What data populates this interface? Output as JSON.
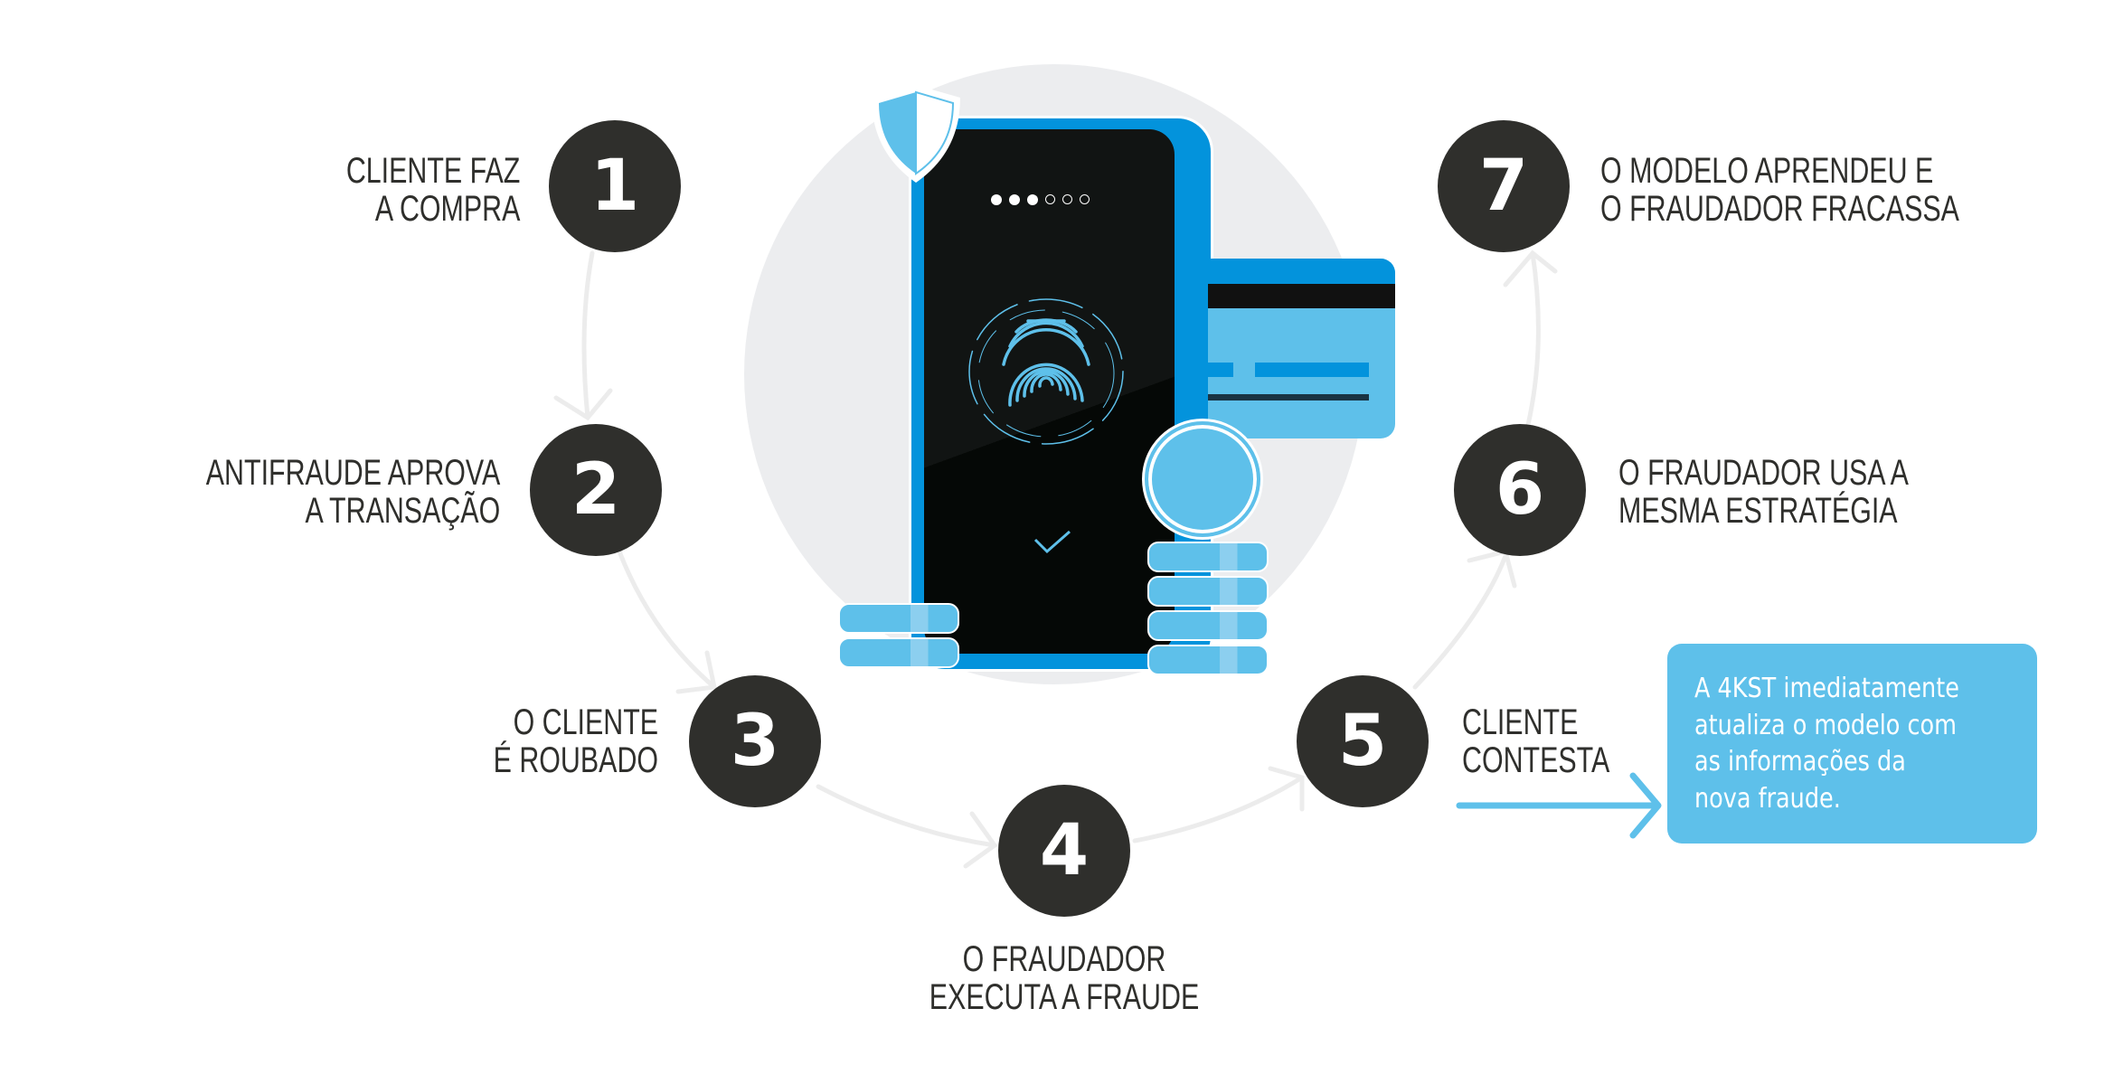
{
  "colors": {
    "dark": "#2f2f2c",
    "blue": "#5ec0ea",
    "blue_dark": "#0393dc",
    "grey": "#ecedef"
  },
  "steps": [
    {
      "number": "1",
      "lines": [
        "CLIENTE FAZ",
        "A COMPRA"
      ]
    },
    {
      "number": "2",
      "lines": [
        "ANTIFRAUDE APROVA",
        "A TRANSAÇÃO"
      ]
    },
    {
      "number": "3",
      "lines": [
        "O CLIENTE",
        "É ROUBADO"
      ]
    },
    {
      "number": "4",
      "lines": [
        "O FRAUDADOR",
        "EXECUTA A FRAUDE"
      ]
    },
    {
      "number": "5",
      "lines": [
        "CLIENTE",
        "CONTESTA"
      ]
    },
    {
      "number": "6",
      "lines": [
        "O FRAUDADOR USA A",
        "MESMA ESTRATÉGIA"
      ]
    },
    {
      "number": "7",
      "lines": [
        "O MODELO APRENDEU E",
        "O FRAUDADOR FRACASSA"
      ]
    }
  ],
  "info_box": {
    "lines": [
      "A 4KST imediatamente",
      "atualiza o modelo com",
      "as informações da",
      "nova fraude."
    ]
  },
  "illustration": {
    "icons": [
      "shield-icon",
      "smartphone-icon",
      "fingerprint-icon",
      "check-icon",
      "credit-card-icon",
      "coin-icon"
    ],
    "pin_dots_filled": 3,
    "pin_dots_total": 6
  }
}
